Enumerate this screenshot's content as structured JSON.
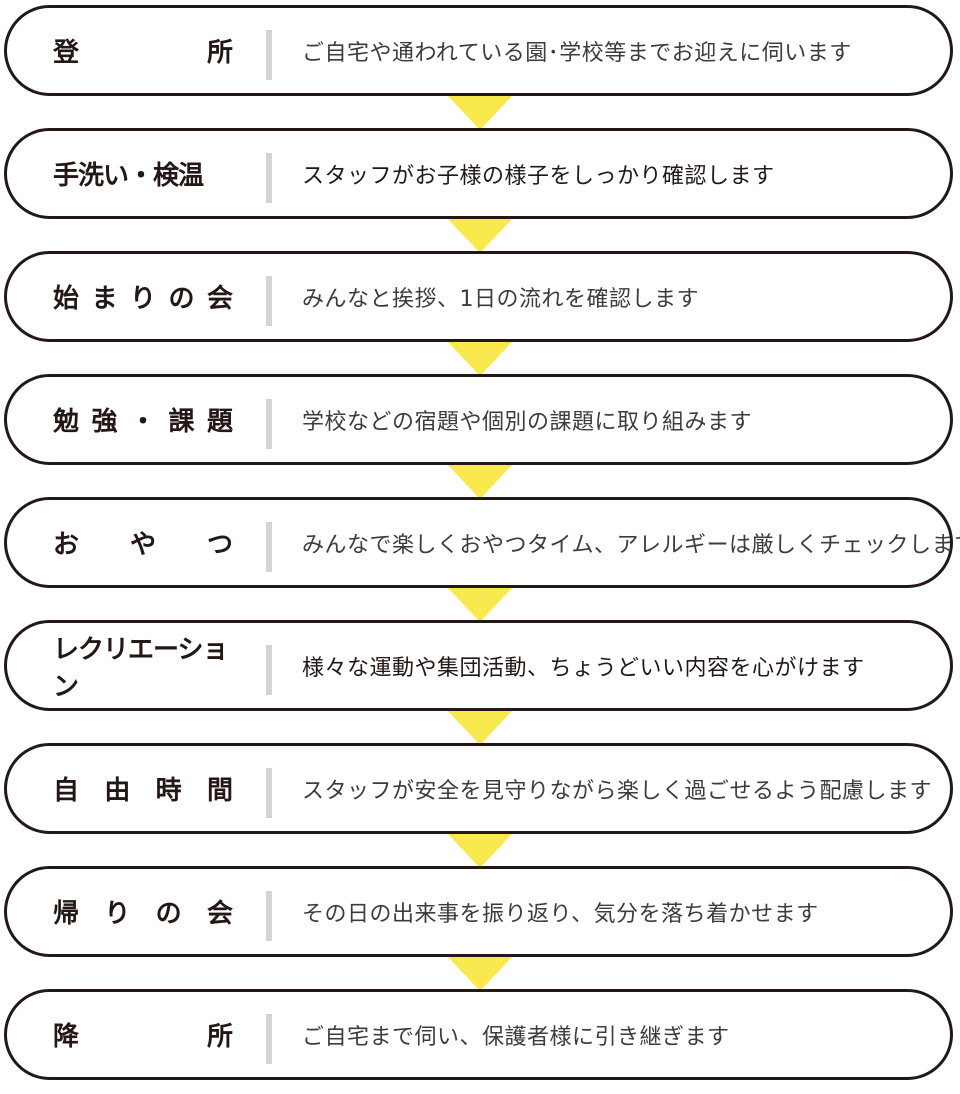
{
  "steps": [
    {
      "title": [
        "登",
        "所"
      ],
      "desc": "ご自宅や通われている園･学校等までお迎えに伺います",
      "compact": false,
      "bold": false
    },
    {
      "title": [
        "手洗い・検温"
      ],
      "desc": "スタッフがお子様の様子をしっかり確認します",
      "compact": true,
      "bold": true
    },
    {
      "title": [
        "始",
        "ま",
        "り",
        "の",
        "会"
      ],
      "desc": "みんなと挨拶、1日の流れを確認します",
      "compact": false,
      "bold": false
    },
    {
      "title": [
        "勉",
        "強",
        "・",
        "課",
        "題"
      ],
      "desc": "学校などの宿題や個別の課題に取り組みます",
      "compact": false,
      "bold": false
    },
    {
      "title": [
        "お",
        "や",
        "つ"
      ],
      "desc": "みんなで楽しくおやつタイム、アレルギーは厳しくチェックします",
      "compact": false,
      "bold": false
    },
    {
      "title": [
        "レクリエーション"
      ],
      "desc": "様々な運動や集団活動、ちょうどいい内容を心がけます",
      "compact": true,
      "bold": true
    },
    {
      "title": [
        "自",
        "由",
        "時",
        "間"
      ],
      "desc": "スタッフが安全を見守りながら楽しく過ごせるよう配慮します",
      "compact": false,
      "bold": false
    },
    {
      "title": [
        "帰",
        "り",
        "の",
        "会"
      ],
      "desc": "その日の出来事を振り返り、気分を落ち着かせます",
      "compact": false,
      "bold": false
    },
    {
      "title": [
        "降",
        "所"
      ],
      "desc": "ご自宅まで伺い、保護者様に引き継ぎます",
      "compact": false,
      "bold": false
    }
  ],
  "colors": {
    "border": "#231815",
    "divider": "#d4d4d4",
    "arrow": "#f9e94e"
  }
}
